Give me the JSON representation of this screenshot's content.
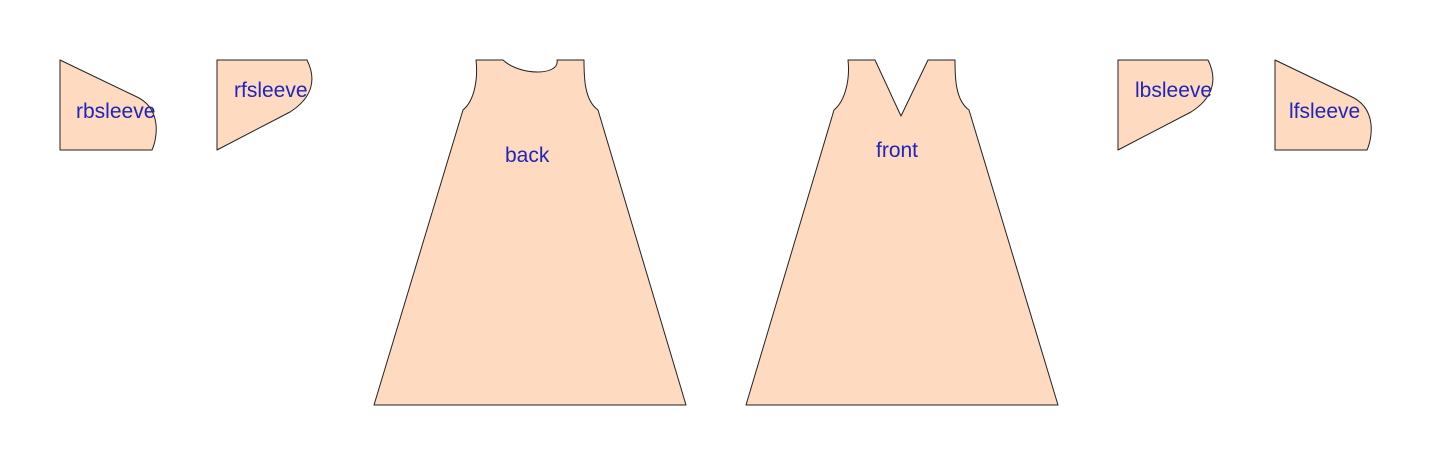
{
  "pieces": [
    {
      "id": "rbsleeve",
      "label": "rbsleeve"
    },
    {
      "id": "rfsleeve",
      "label": "rfsleeve"
    },
    {
      "id": "back",
      "label": "back"
    },
    {
      "id": "front",
      "label": "front"
    },
    {
      "id": "lbsleeve",
      "label": "lbsleeve"
    },
    {
      "id": "lfsleeve",
      "label": "lfsleeve"
    }
  ],
  "colors": {
    "fill": "#fddac0",
    "label": "#1f26b8",
    "outline": "#222222"
  }
}
